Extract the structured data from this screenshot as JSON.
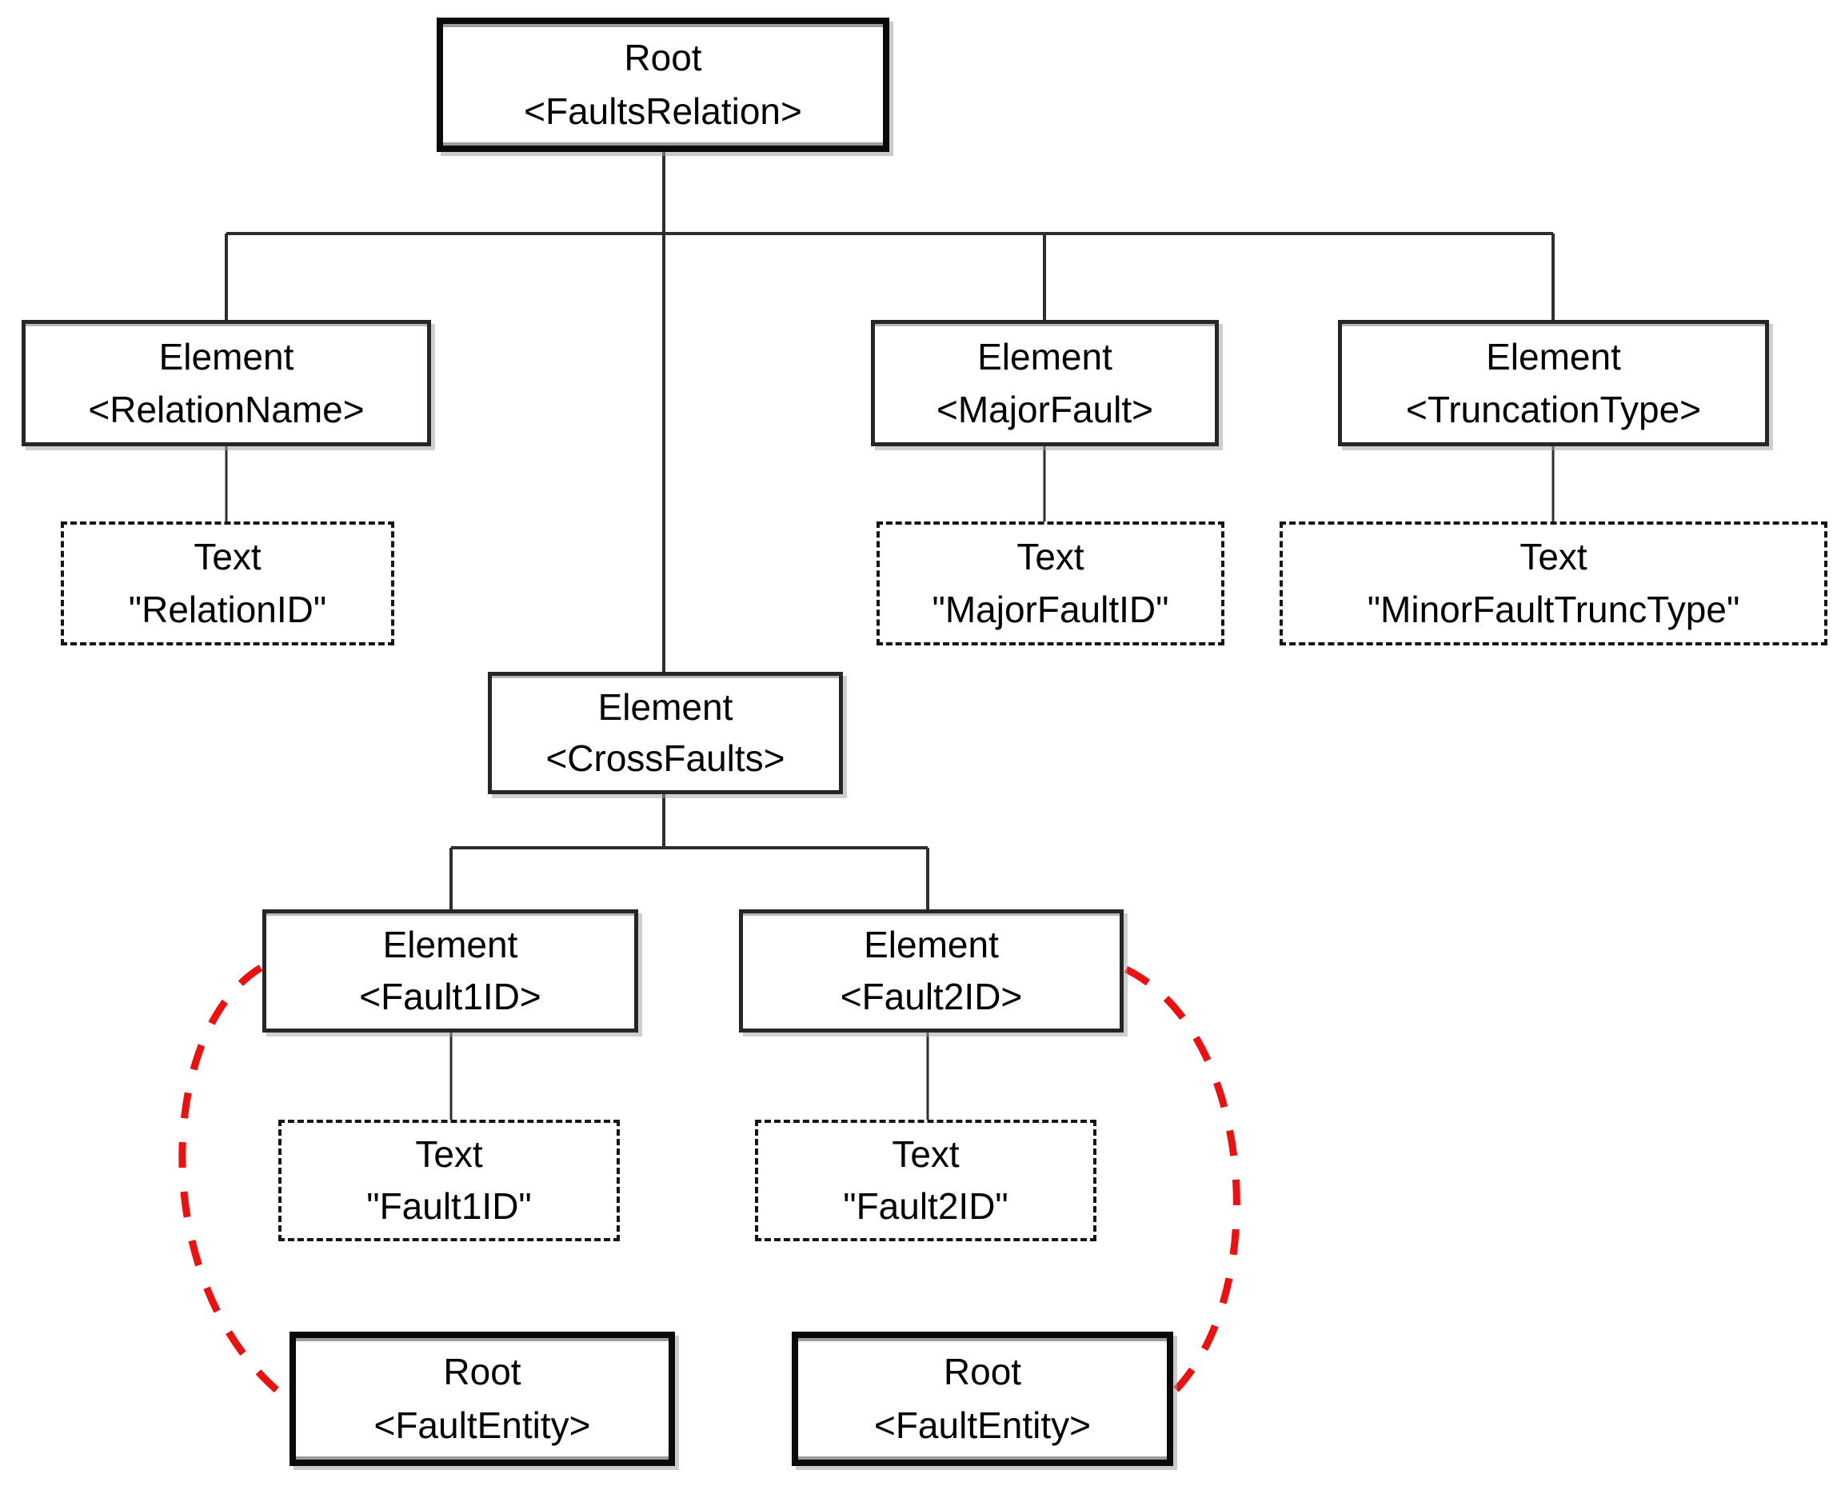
{
  "diagram": {
    "description": "XML schema tree for FaultsRelation",
    "nodes": {
      "faults_relation": {
        "kind": "Root",
        "label": "<FaultsRelation>"
      },
      "relation_name": {
        "kind": "Element",
        "label": "<RelationName>"
      },
      "major_fault": {
        "kind": "Element",
        "label": "<MajorFault>"
      },
      "truncation_type": {
        "kind": "Element",
        "label": "<TruncationType>"
      },
      "relation_id": {
        "kind": "Text",
        "label": "\"RelationID\""
      },
      "major_fault_id": {
        "kind": "Text",
        "label": "\"MajorFaultID\""
      },
      "minor_fault_trunc_type": {
        "kind": "Text",
        "label": "\"MinorFaultTruncType\""
      },
      "cross_faults": {
        "kind": "Element",
        "label": "<CrossFaults>"
      },
      "fault1_id": {
        "kind": "Element",
        "label": "<Fault1ID>"
      },
      "fault2_id": {
        "kind": "Element",
        "label": "<Fault2ID>"
      },
      "fault1_id_text": {
        "kind": "Text",
        "label": "\"Fault1ID\""
      },
      "fault2_id_text": {
        "kind": "Text",
        "label": "\"Fault2ID\""
      },
      "fault_entity_1": {
        "kind": "Root",
        "label": "<FaultEntity>"
      },
      "fault_entity_2": {
        "kind": "Root",
        "label": "<FaultEntity>"
      }
    },
    "colors": {
      "connector": "#2e2e2e",
      "relation-link": "#ee0f0f",
      "node-bg": "#ffffff",
      "text": "#000000"
    }
  }
}
